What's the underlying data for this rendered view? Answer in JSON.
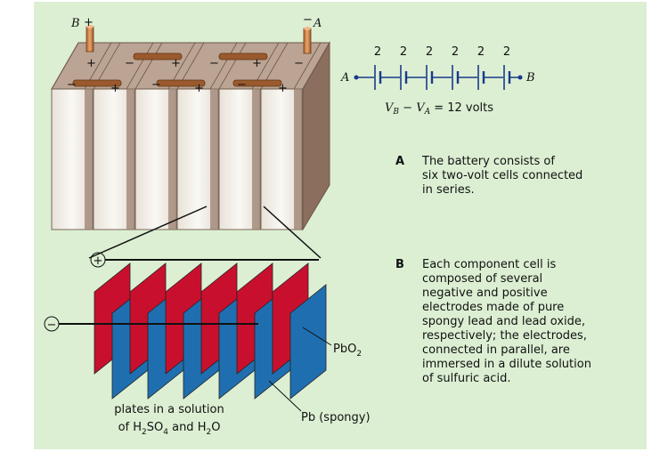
{
  "battery": {
    "terminal_b": "B",
    "terminal_a": "A",
    "plus": "+",
    "minus": "−"
  },
  "schematic": {
    "voltages": [
      "2",
      "2",
      "2",
      "2",
      "2",
      "2"
    ],
    "left_label": "A",
    "right_label": "B",
    "equation_vb": "V",
    "equation_vb_sub": "B",
    "equation_minus": " − ",
    "equation_va": "V",
    "equation_va_sub": "A",
    "equation_rest": " = 12 volts"
  },
  "caption_a": {
    "tag": "A",
    "text": "The battery consists of\nsix two-volt cells connected\nin series."
  },
  "caption_b": {
    "tag": "B",
    "text": "Each component cell is\ncomposed of several\nnegative and positive\nelectrodes made of pure\nspongy lead and lead oxide,\nrespectively; the electrodes,\nconnected in parallel, are\nimmersed in a dilute solution\nof sulfuric acid."
  },
  "cell": {
    "pos_symbol": "+",
    "neg_symbol": "−",
    "pbo2": "PbO",
    "pbo2_sub": "2",
    "pb": "Pb (spongy)",
    "plates_line1": "plates in a solution",
    "plates_of": "of H",
    "h2so4_sub1": "2",
    "h2so4_mid": "SO",
    "h2so4_sub2": "4",
    "and_h": " and H",
    "h2o_sub": "2",
    "h2o_end": "O"
  },
  "colors": {
    "background": "#dcefd3",
    "positive_plate": "#c8102e",
    "negative_plate": "#1f6fb0",
    "connector": "#a0522d",
    "cell_front": "#f1ece4",
    "cell_side": "#9c8070"
  }
}
